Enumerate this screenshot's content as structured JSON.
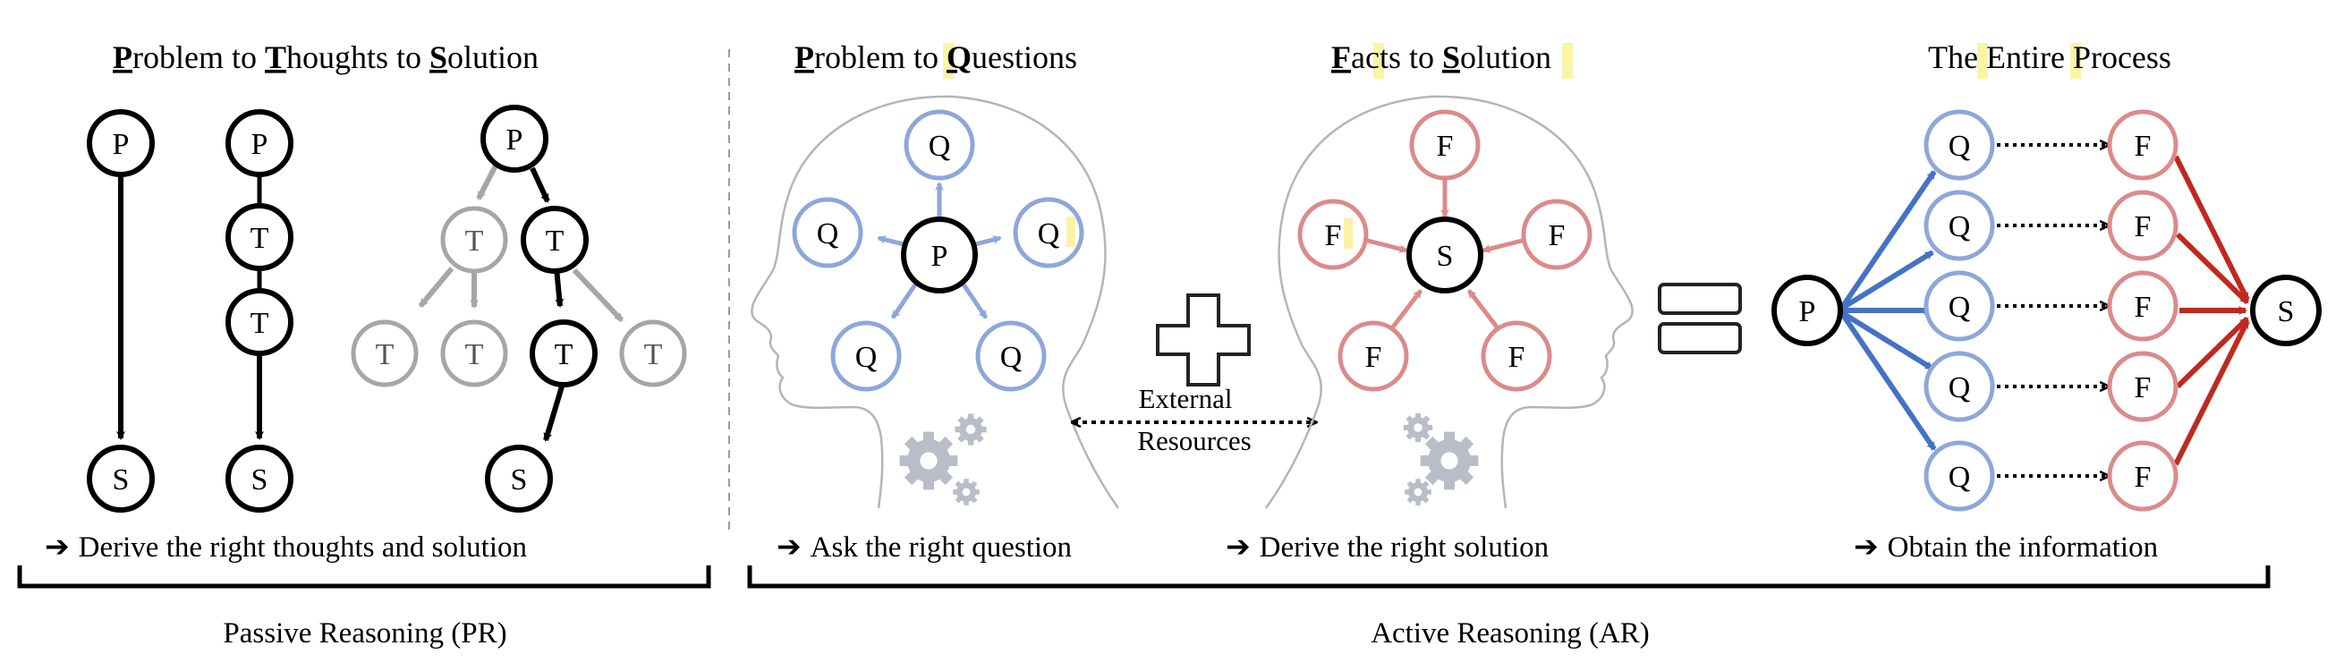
{
  "titles": {
    "pts": {
      "p": "P",
      "pr": "roblem to ",
      "t": "T",
      "tr": "houghts to ",
      "s": "S",
      "sr": "olution"
    },
    "pq": {
      "p": "P",
      "pr": "roblem to ",
      "q": "Q",
      "qr": "uestions"
    },
    "fs": {
      "f": "F",
      "fr": "acts to ",
      "s": "S",
      "sr": "olution"
    },
    "entire": {
      "a": "The ",
      "b": "Entire",
      "c": " Process"
    }
  },
  "nodes": {
    "p": "P",
    "t": "T",
    "s": "S",
    "q": "Q",
    "f": "F"
  },
  "captions": {
    "pr": "Derive the right thoughts and solution",
    "ask": "Ask the right question",
    "derive": "Derive the right solution",
    "obtain": "Obtain the information"
  },
  "arrow_glyph": "➔",
  "external": {
    "line1": "External",
    "line2": "Resources"
  },
  "braces": {
    "passive": "Passive Reasoning (PR)",
    "active": "Active Reasoning (AR)"
  },
  "colors": {
    "black": "#000000",
    "gray": "#a6a6a6",
    "blue_light": "#8fa6db",
    "blue_dark": "#4472c4",
    "red_light": "#dc8a8a",
    "red_dark": "#c0291f",
    "highlight": "#fbf3a6"
  }
}
